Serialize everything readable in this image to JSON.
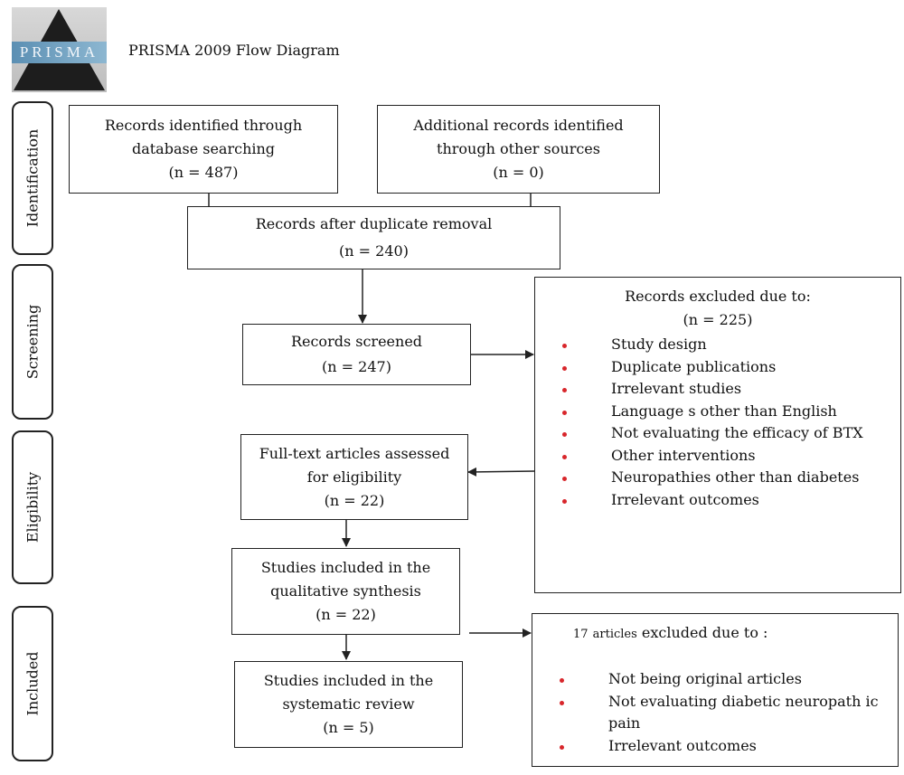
{
  "header": {
    "logo_text": "PRISMA",
    "title": "PRISMA 2009 Flow Diagram"
  },
  "phases": {
    "identification": "Identification",
    "screening": "Screening",
    "eligibility": "Eligibility",
    "included": "Included"
  },
  "boxes": {
    "database": {
      "line1": "Records  identified through",
      "line2": "database searching",
      "count": "(n = 487)"
    },
    "other_sources": {
      "line1": "Additional records identified",
      "line2": "through other sources",
      "count": "(n = 0)"
    },
    "after_duplicates": {
      "line1": "Records after duplicate removal",
      "count": "(n = 240)"
    },
    "screened": {
      "line1": "Records screened",
      "count": "(n = 247)"
    },
    "fulltext": {
      "line1": "Full-text articles assessed",
      "line2": "for eligibility",
      "count": "(n = 22)"
    },
    "qualitative": {
      "line1": "Studies included in  the",
      "line2": "qualitative synthesis",
      "count": "(n = 22)"
    },
    "systematic": {
      "line1": "Studies included in  the",
      "line2": "systematic review",
      "count": "(n = 5)"
    }
  },
  "excluded_screening": {
    "title": "Records excluded  due to:",
    "count": "(n = 225)",
    "items": [
      "Study design",
      "Duplicate publications",
      "Irrelevant studies",
      "Language s  other than English",
      "Not evaluating  the efficacy of BTX",
      "Other interventions",
      "Neuropathies other than    diabetes",
      "Irrelevant outcomes"
    ]
  },
  "excluded_included": {
    "title_prefix": "17",
    "title_articles": "articles",
    "title_rest": "excluded  due to :",
    "items": [
      "Not being  original articles",
      "Not evaluating  diabetic neuropath ic pain",
      "Irrelevant outcomes"
    ]
  },
  "colors": {
    "bullet": "#d8262b",
    "border": "#222222"
  }
}
